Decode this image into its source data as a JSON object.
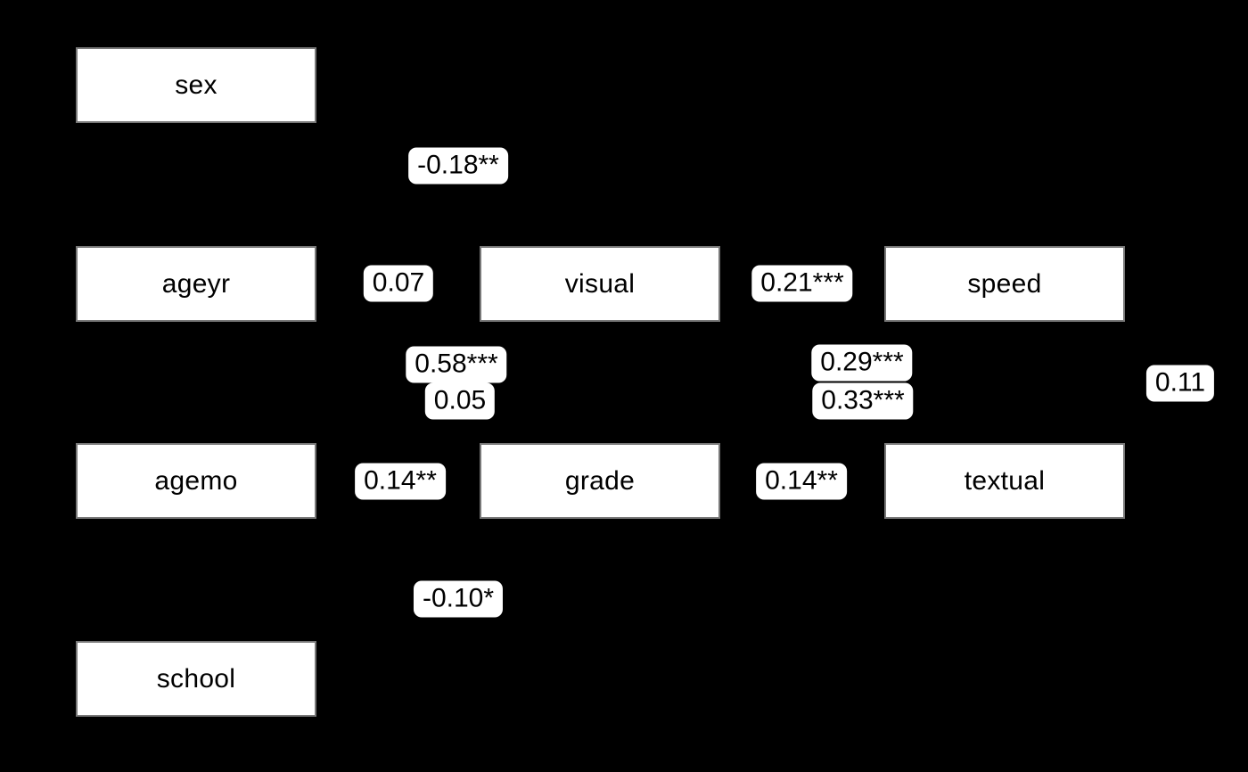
{
  "diagram": {
    "kind": "sem-path-diagram",
    "background_color": "#000000",
    "node_fill_color": "#ffffff",
    "label_fill_color": "#ffffff",
    "text_color": "#000000",
    "nodes": [
      {
        "id": "sex",
        "label": "sex"
      },
      {
        "id": "ageyr",
        "label": "ageyr"
      },
      {
        "id": "visual",
        "label": "visual"
      },
      {
        "id": "speed",
        "label": "speed"
      },
      {
        "id": "agemo",
        "label": "agemo"
      },
      {
        "id": "grade",
        "label": "grade"
      },
      {
        "id": "textual",
        "label": "textual"
      },
      {
        "id": "school",
        "label": "school"
      }
    ],
    "edge_labels": [
      {
        "text": "-0.18**"
      },
      {
        "text": "0.07"
      },
      {
        "text": "0.21***"
      },
      {
        "text": "0.58***"
      },
      {
        "text": "0.05"
      },
      {
        "text": "0.29***"
      },
      {
        "text": "0.33***"
      },
      {
        "text": "0.11"
      },
      {
        "text": "0.14**"
      },
      {
        "text": "0.14**"
      },
      {
        "text": "-0.10*"
      }
    ]
  }
}
